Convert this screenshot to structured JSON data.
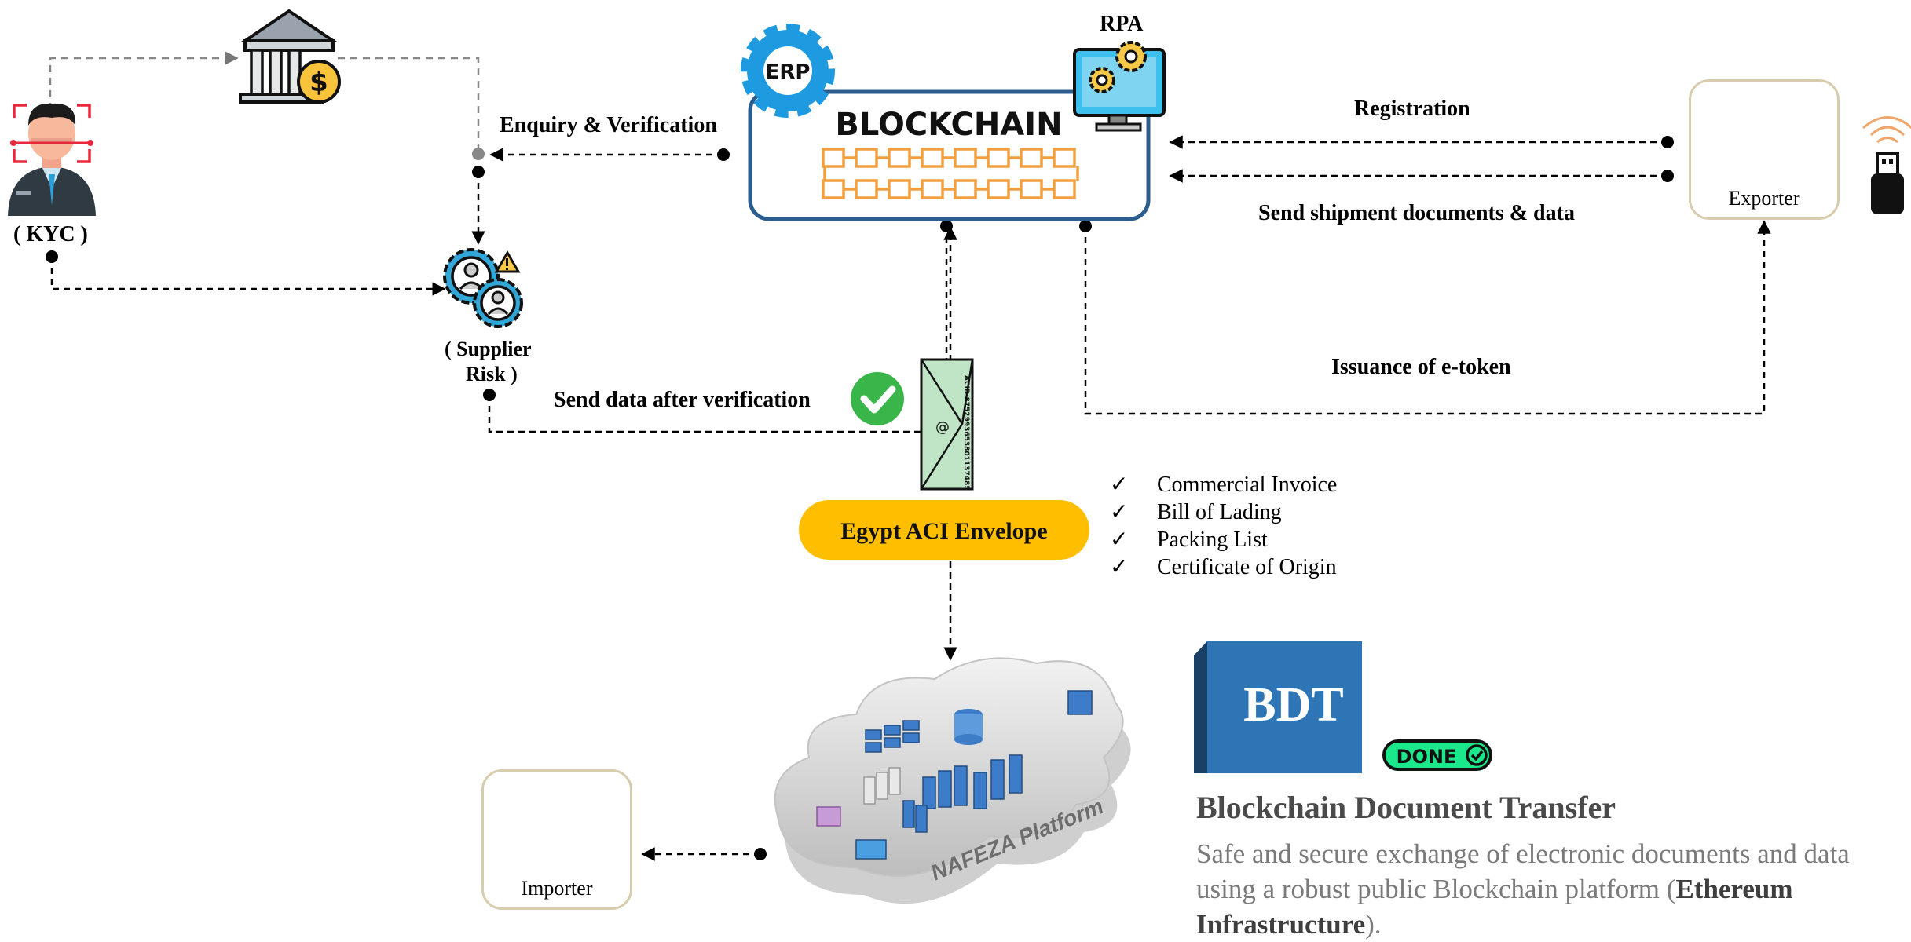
{
  "labels": {
    "kyc": "( KYC )",
    "supplier_risk_line1": "( Supplier",
    "supplier_risk_line2": "Risk )",
    "enquiry": "Enquiry & Verification",
    "send_data": "Send data after verification",
    "rpa": "RPA",
    "erp": "ERP",
    "blockchain": "BLOCKCHAIN",
    "registration": "Registration",
    "send_shipment": "Send shipment documents & data",
    "issuance": "Issuance of e-token",
    "exporter": "Exporter",
    "importer": "Importer",
    "envelope_pill": "Egypt ACI Envelope",
    "envelope_code": "ACID 8752993653801137485",
    "platform": "NAFEZA Platform",
    "done": "DONE",
    "bdt_logo": "BDT"
  },
  "documents": [
    "Commercial Invoice",
    "Bill of Lading",
    "Packing List",
    "Certificate of Origin"
  ],
  "bdt": {
    "title": "Blockchain Document Transfer",
    "desc_prefix": "Safe and secure exchange of electronic documents and data using a robust public Blockchain platform (",
    "desc_bold": "Ethereum Infrastructure",
    "desc_suffix": ")."
  },
  "colors": {
    "erp_blue": "#1e9be0",
    "block_orange": "#f0a040",
    "pill_yellow": "#ffbf00",
    "bdt_blue": "#2e75b6",
    "done_green": "#1be88a",
    "check_green": "#3ab54a",
    "envelope_green": "#bfe5c6",
    "box_border": "#d8ccae"
  },
  "icons": [
    "bank-icon",
    "kyc-person-icon",
    "supplier-risk-gears-icon",
    "rpa-monitor-icon",
    "erp-gear-icon",
    "exporter-icon",
    "importer-icon",
    "usb-token-icon",
    "check-icon",
    "envelope-icon",
    "cloud-platform-icon",
    "bdt-cube-icon",
    "done-badge-icon"
  ]
}
